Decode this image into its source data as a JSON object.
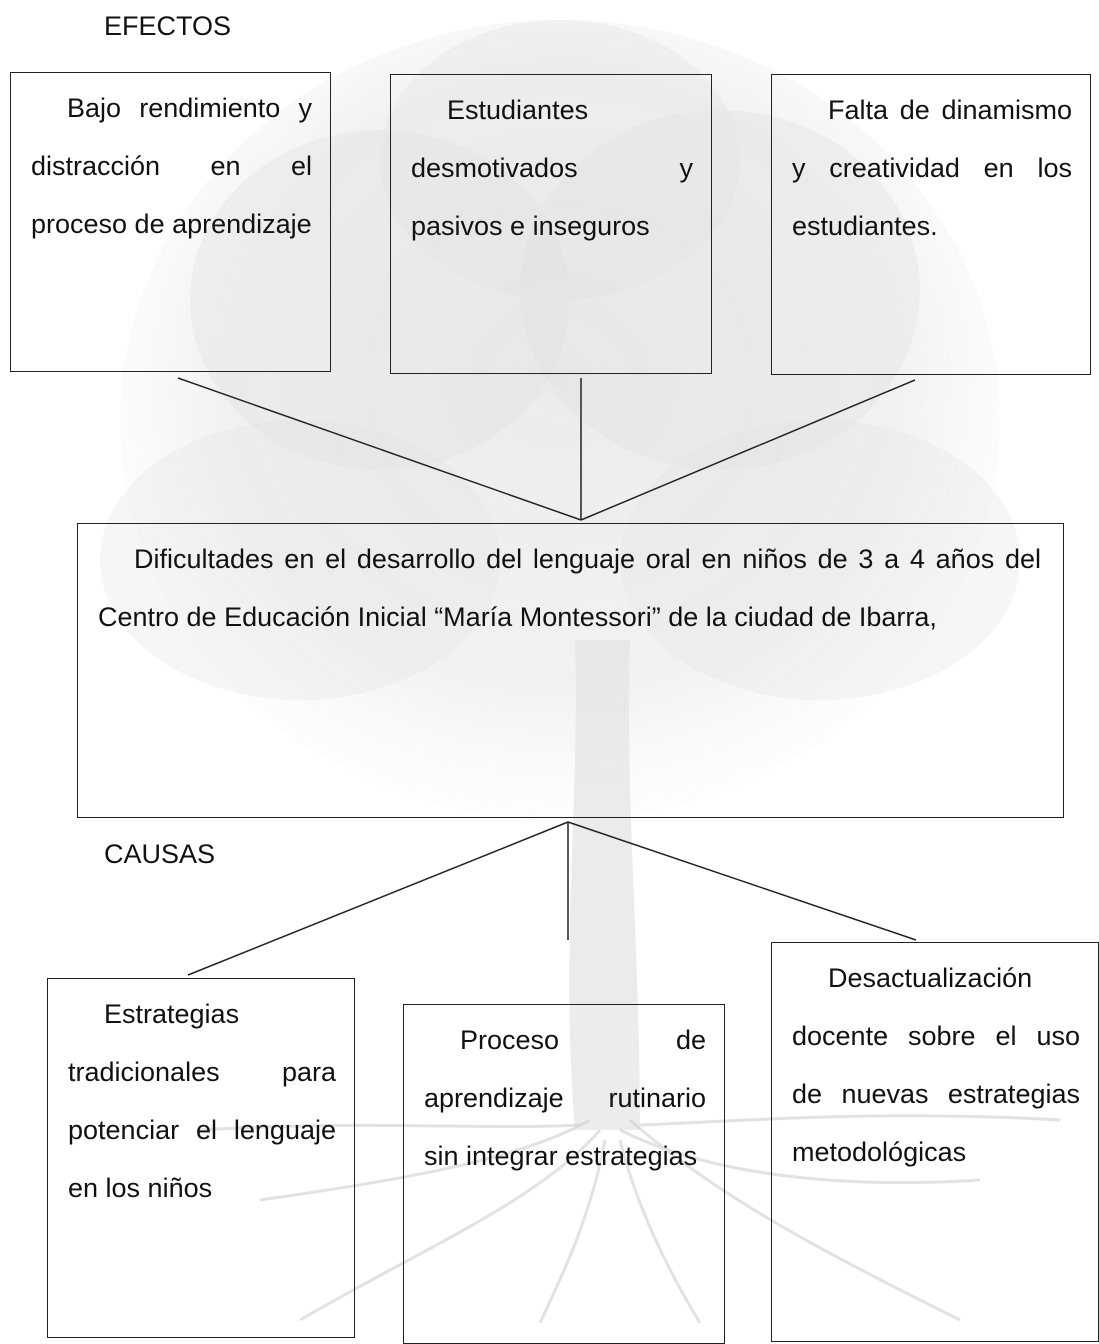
{
  "effects_heading": "EFECTOS",
  "causes_heading": "CAUSAS",
  "effects": [
    {
      "text": "Bajo rendimiento y distracción en el proceso de aprendizaje"
    },
    {
      "text": "Estudiantes desmotivados y pasivos e inseguros"
    },
    {
      "text": "Falta de dinamismo y creatividad en los estudiantes."
    }
  ],
  "problem": {
    "text": "Dificultades en el desarrollo del  lenguaje oral  en niños de 3 a 4 años del Centro de Educación Inicial “María Montessori” de la ciudad de Ibarra,"
  },
  "causes": [
    {
      "text": "Estrategias tradicionales para potenciar el lenguaje en los niños"
    },
    {
      "text": "Proceso de aprendizaje rutinario sin integrar estrategias"
    },
    {
      "text": "Desactualización docente sobre el uso de nuevas estrategias metodológicas"
    }
  ],
  "colors": {
    "line": "#222222",
    "tree_foliage": "#cfcfcf",
    "tree_trunk": "#d9d9d9"
  }
}
